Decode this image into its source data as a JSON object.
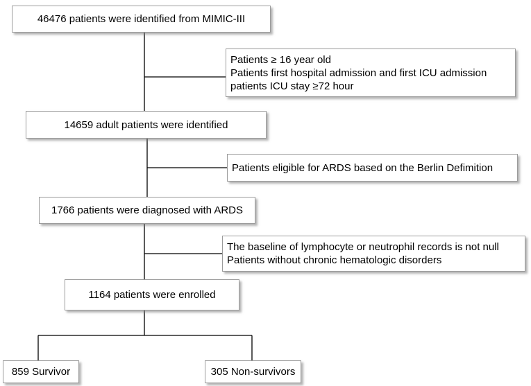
{
  "flowchart": {
    "steps": [
      "46476 patients were identified from MIMIC-III",
      "14659 adult patients were identified",
      "1766 patients were diagnosed with ARDS",
      "1164 patients were enrolled"
    ],
    "criteria": [
      [
        "Patients ≥ 16 year old",
        "Patients first hospital admission and first ICU admission",
        "patients ICU stay  ≥72 hour"
      ],
      [
        "Patients eligible for ARDS based on the Berlin Defimition"
      ],
      [
        "The baseline of lymphocyte or neutrophil records is not null",
        "Patients without chronic hematologic disorders"
      ]
    ],
    "outcomes": [
      "859 Survivor",
      "305 Non-survivors"
    ]
  },
  "colors": {
    "line": "#000000",
    "box_border": "#9b9b9b",
    "box_shadow": "#787878",
    "background": "#ffffff"
  }
}
